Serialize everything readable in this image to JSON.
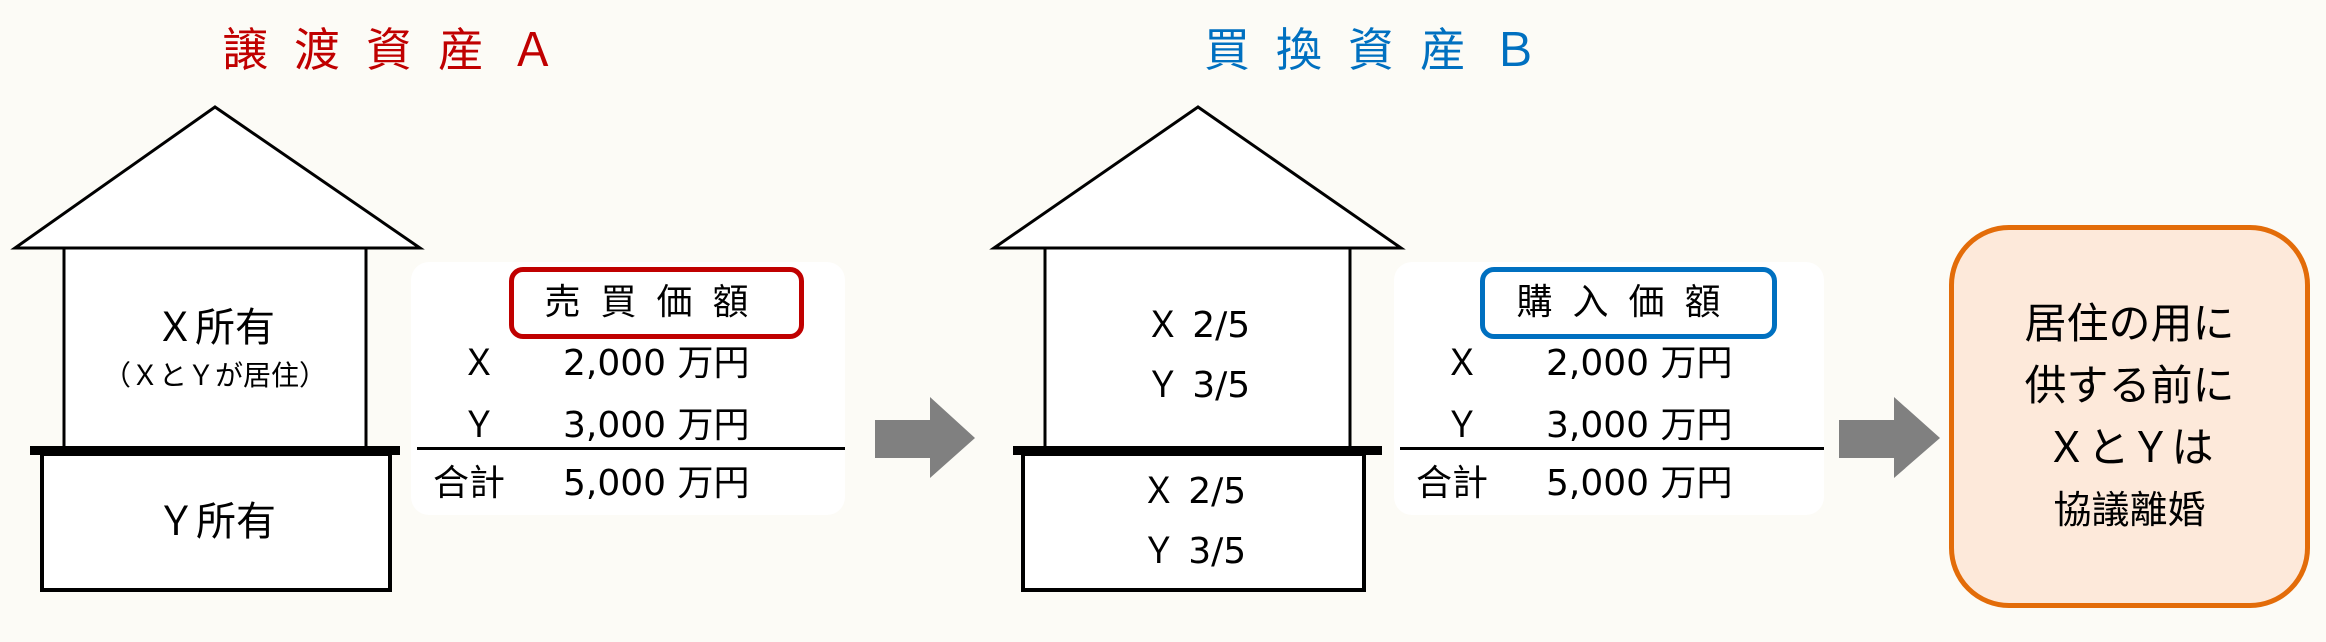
{
  "asset_a": {
    "title": "譲渡資産Ａ",
    "title_color": "#c00000",
    "upper_floor": {
      "line1": "Ｘ所有",
      "line2": "（ＸとＹが居住）"
    },
    "lower_floor": {
      "line1": "Ｙ所有"
    },
    "table": {
      "header": "売買価額",
      "header_border_color": "#c00000",
      "rows": [
        {
          "label": "Ｘ",
          "value": "2,000 万円"
        },
        {
          "label": "Ｙ",
          "value": "3,000 万円"
        }
      ],
      "total": {
        "label": "合計",
        "value": "5,000 万円"
      }
    }
  },
  "asset_b": {
    "title": "買換資産Ｂ",
    "title_color": "#0070c0",
    "upper_floor": {
      "line1": "Ｘ 2/5",
      "line2": "Ｙ 3/5"
    },
    "lower_floor": {
      "line1": "Ｘ 2/5",
      "line2": "Ｙ 3/5"
    },
    "table": {
      "header": "購入価額",
      "header_border_color": "#0070c0",
      "rows": [
        {
          "label": "Ｘ",
          "value": "2,000 万円"
        },
        {
          "label": "Ｙ",
          "value": "3,000 万円"
        }
      ],
      "total": {
        "label": "合計",
        "value": "5,000 万円"
      }
    }
  },
  "arrow_color": "#808080",
  "note": {
    "lines": [
      "居住の用に",
      "供する前に",
      "ＸとＹは",
      "協議離婚"
    ],
    "fill": "#fde9da",
    "border": "#e36c09"
  }
}
